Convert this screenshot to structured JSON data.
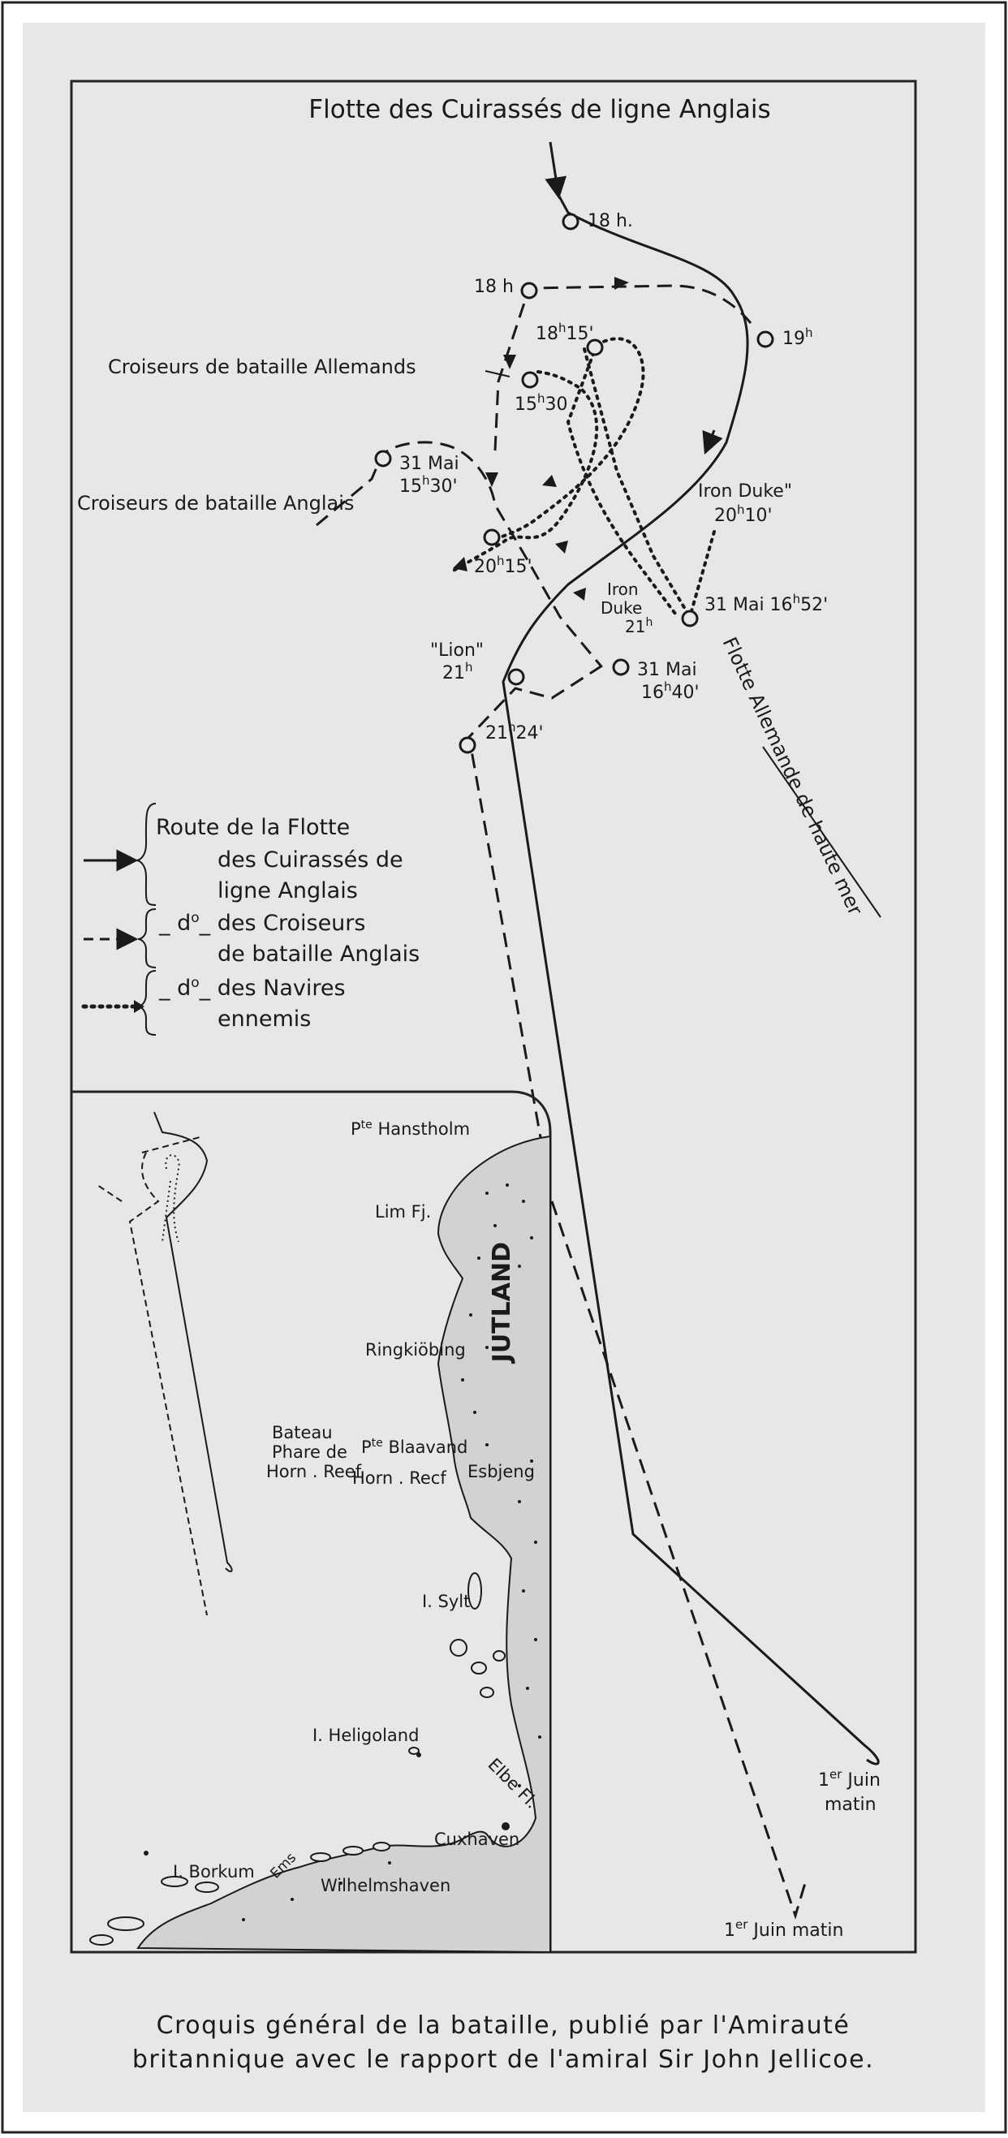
{
  "title": "Flotte des Cuirassés de ligne Anglais",
  "labels": {
    "t18h_a": "18 h.",
    "t18h_b": "18 h",
    "t19h": "19",
    "t19h_sup": "h",
    "t18h15": "18",
    "t18h15_sup": "h",
    "t18h15_min": "15'",
    "croiseurs_allemands": "Croiseurs de bataille Allemands",
    "t15h30_a": "15",
    "t15h30_a_sup": "h",
    "t15h30_a_min": "30",
    "mai31_a": "31 Mai",
    "t15h30_b": "15",
    "t15h30_b_sup": "h",
    "t15h30_b_min": "30'",
    "croiseurs_anglais": "Croiseurs de bataille Anglais",
    "iron_duke_1": "Iron Duke\"",
    "iron_duke_1_time": "20",
    "iron_duke_1_sup": "h",
    "iron_duke_1_min": "10'",
    "t20h15": "20",
    "t20h15_sup": "h",
    "t20h15_min": "15'",
    "iron_duke_2a": "Iron",
    "iron_duke_2b": "Duke",
    "iron_duke_2_time": "21",
    "iron_duke_2_sup": "h",
    "mai31_b": "31 Mai 16",
    "mai31_b_sup": "h",
    "mai31_b_min": "52'",
    "flotte_allemande": "Flotte Allemande de haute mer",
    "lion": "\"Lion\"",
    "lion_time": "21",
    "lion_sup": "h",
    "t21h24": "21",
    "t21h24_sup": "h",
    "t21h24_min": "24'",
    "mai31_c": "31 Mai",
    "t16h40": "16",
    "t16h40_sup": "h",
    "t16h40_min": "40'",
    "juin1_a1": "1",
    "juin1_a1_sup": "er",
    "juin1_a1_rest": " Juin",
    "juin1_a2": "matin",
    "juin1_b": "1",
    "juin1_b_sup": "er",
    "juin1_b_rest": " Juin matin"
  },
  "legend": {
    "line1": "Route de la Flotte",
    "line2": "des Cuirassés de",
    "line3": "ligne Anglais",
    "line4": "_ d",
    "line4_sup": "o",
    "line4_rest": "_ des Croiseurs",
    "line5": "de bataille Anglais",
    "line6": "_ d",
    "line6_sup": "o",
    "line6_rest": "_ des Navires",
    "line7": "ennemis"
  },
  "inset": {
    "hanstholm": "P",
    "hanstholm_sup": "te",
    "hanstholm_rest": " Hanstholm",
    "limfj": "Lim Fj.",
    "jutland": "JUTLAND",
    "ringkobing": "Ringkiöbing",
    "bateau1": "Bateau",
    "bateau2": "Phare de",
    "bateau3": "Horn . Reef",
    "blaavand": "P",
    "blaavand_sup": "te",
    "blaavand_rest": " Blaavand",
    "hornreef": "Horn . Recf",
    "esbjerg": "Esbjeng",
    "sylt": "I. Sylt",
    "heligoland": "I. Heligoland",
    "elbefl": "Elbe Fl.",
    "cuxhaven": "Cuxhaven",
    "borkum": "I. Borkum",
    "ems": "Ems",
    "wilhelmshaven": "Wilhelmshaven"
  },
  "caption": {
    "line1": "Croquis général de la bataille, publié par l'Amirauté",
    "line2": "britannique avec le rapport de l'amiral Sir John Jellicoe."
  }
}
